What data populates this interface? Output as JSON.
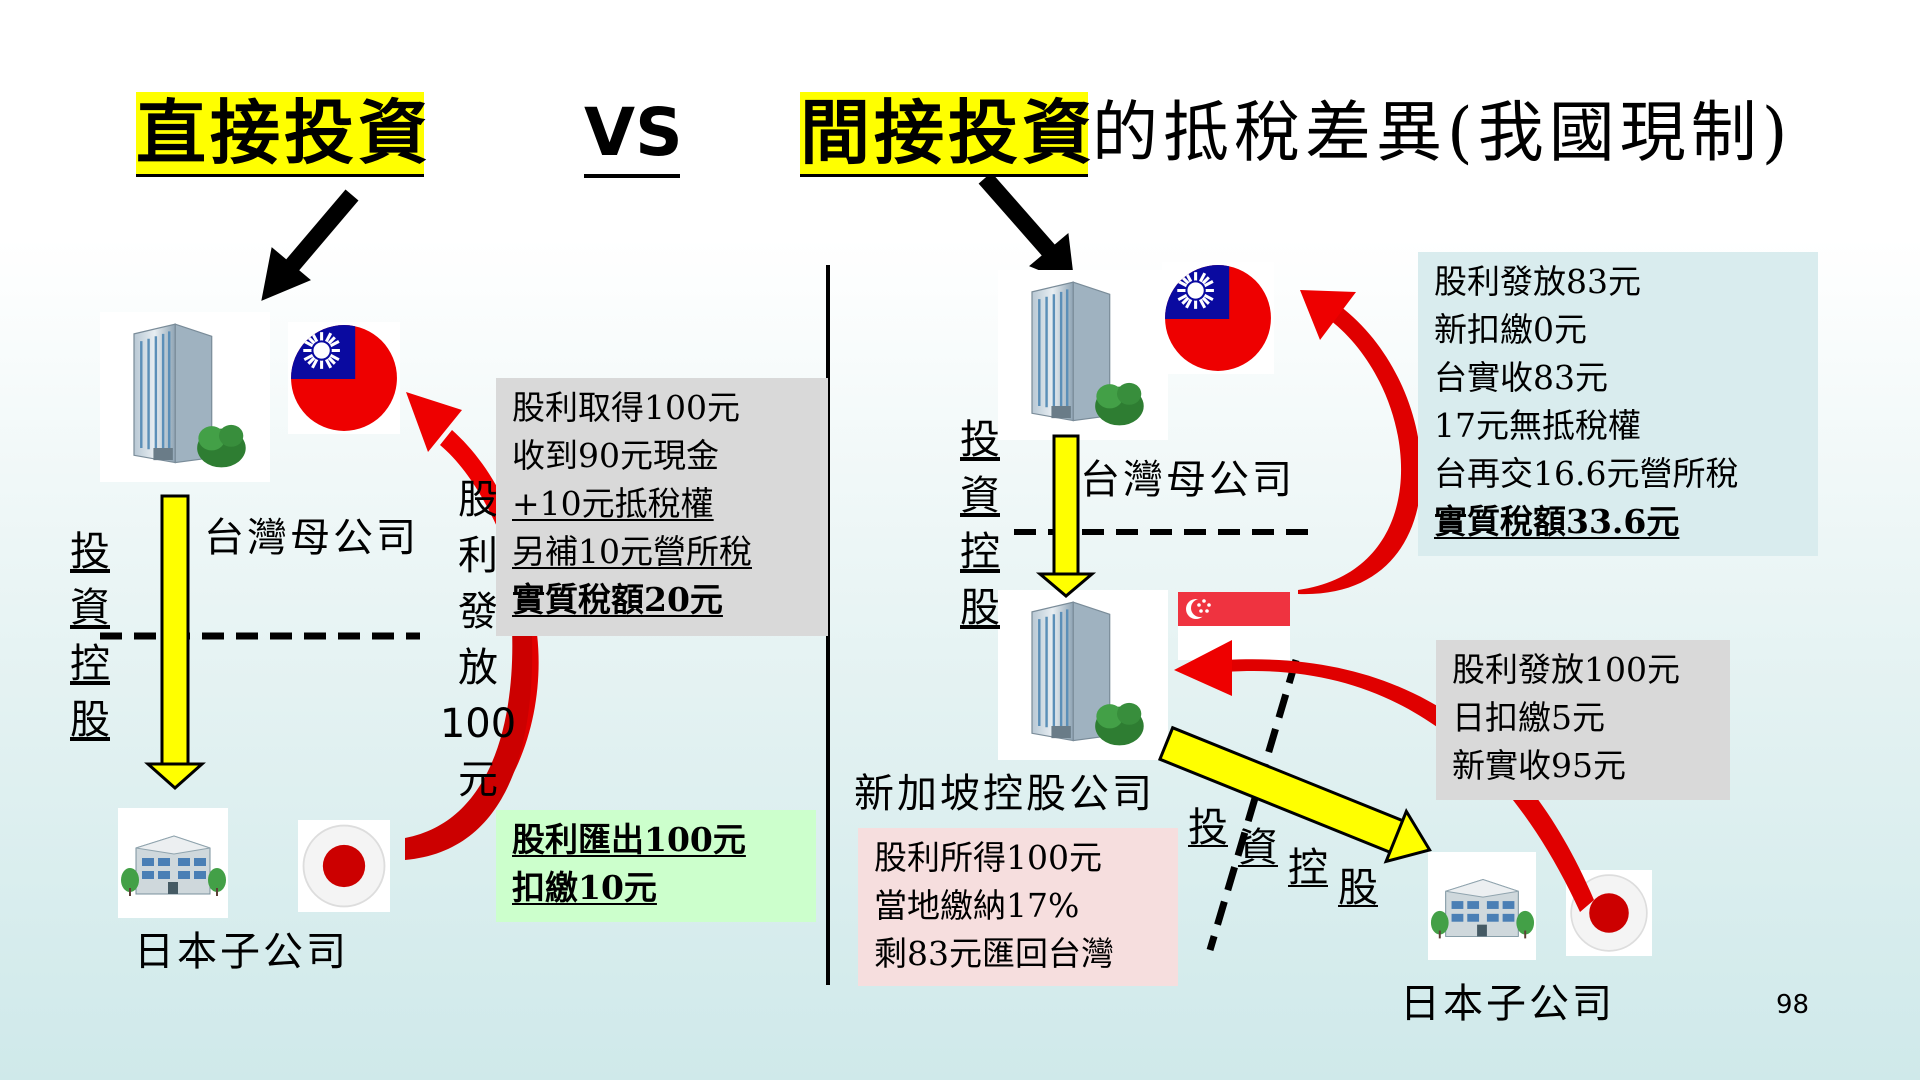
{
  "title": {
    "direct": "直接投資",
    "vs": "VS",
    "indirect": "間接投資",
    "rest": "的抵稅差異(我國現制)"
  },
  "left": {
    "parent_label": "台灣母公司",
    "sub_label": "日本子公司",
    "invest_vertical": [
      "投",
      "資",
      "控",
      "股"
    ],
    "dividend_vertical": [
      "股",
      "利",
      "發",
      "放",
      "100",
      "元"
    ],
    "gray_box": [
      "股利取得100元",
      "收到90元現金",
      "+10元抵稅權",
      "另補10元營所稅",
      "實質稅額20元"
    ],
    "green_box": [
      "股利匯出100元",
      "扣繳10元"
    ]
  },
  "right": {
    "parent_label": "台灣母公司",
    "sg_label": "新加坡控股公司",
    "sub_label": "日本子公司",
    "invest_vertical": [
      "投",
      "資",
      "控",
      "股"
    ],
    "diag_invest": [
      "投",
      "資",
      "控",
      "股"
    ],
    "teal_box": [
      "股利發放83元",
      "新扣繳0元",
      "台實收83元",
      "17元無抵稅權",
      "台再交16.6元營所稅",
      "實質稅額33.6元"
    ],
    "gray_box": [
      "股利發放100元",
      "日扣繳5元",
      "新實收95元"
    ],
    "pink_box": [
      "股利所得100元",
      "當地繳納17%",
      "剩83元匯回台灣"
    ]
  },
  "page_number": "98",
  "colors": {
    "highlight": "#ffff00",
    "arrow_red": "#e00000",
    "arrow_yellow": "#ffff00",
    "taiwan_blue": "#0a0aa0",
    "taiwan_red": "#ee0000",
    "japan_red": "#cc0000",
    "singapore_red": "#ef3340"
  },
  "icons": [
    "office-tower-icon",
    "taiwan-flag-icon",
    "japan-flag-icon",
    "singapore-flag-icon",
    "small-office-building-icon"
  ]
}
